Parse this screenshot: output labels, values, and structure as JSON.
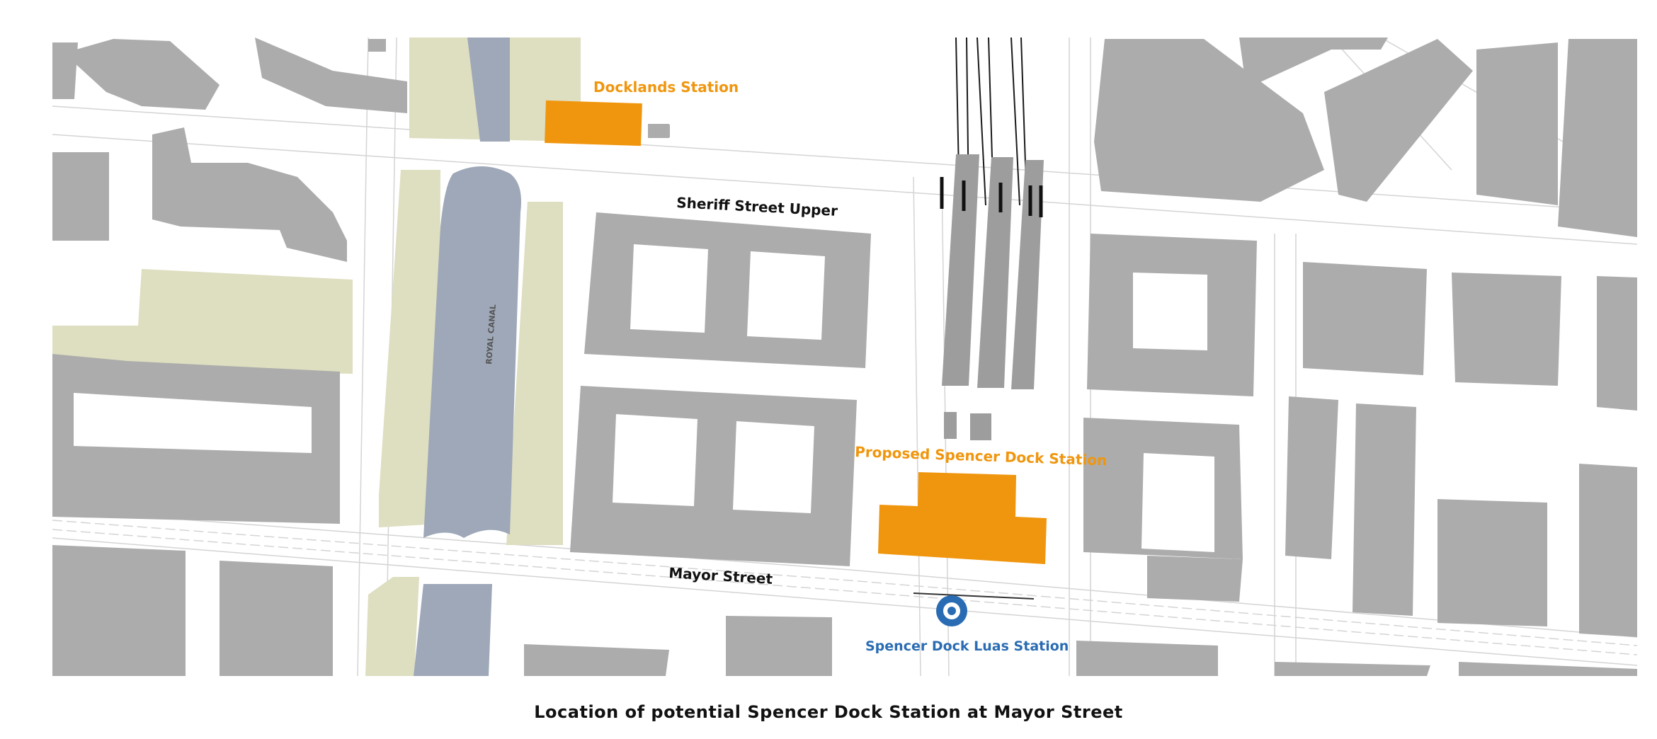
{
  "colors": {
    "building": "#acacac",
    "water": "#9ea8b8",
    "park": "#dedec0",
    "station_highlight": "#f0960e",
    "luas": "#2a6cb3",
    "road_label": "#111111",
    "platform": "#9d9d9d"
  },
  "map": {
    "labels": {
      "docklands_station": "Docklands Station",
      "sheriff_street": "Sheriff Street Upper",
      "royal_canal": "ROYAL CANAL",
      "proposed_station": "Proposed Spencer Dock Station",
      "mayor_street": "Mayor Street",
      "luas_station": "Spencer Dock Luas Station"
    },
    "icons": {
      "luas": "luas-stop-icon"
    }
  },
  "caption": "Location of potential Spencer Dock Station at Mayor Street"
}
